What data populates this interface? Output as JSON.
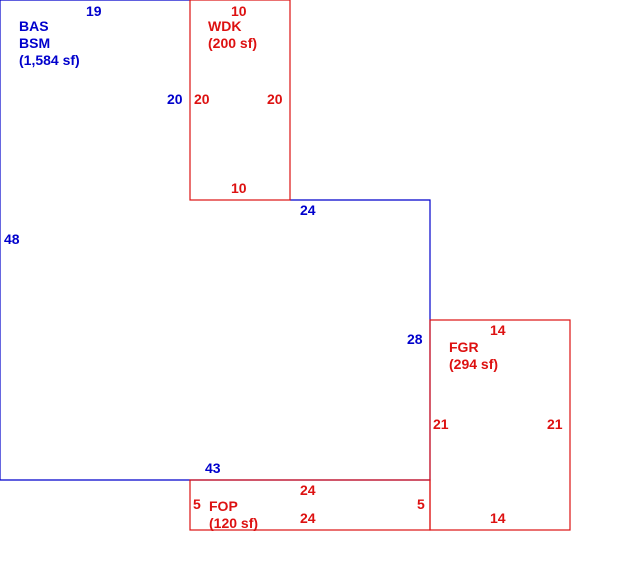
{
  "colors": {
    "main_area": "#0000cc",
    "additions": "#dd1111",
    "background": "#ffffff"
  },
  "areas": {
    "bas": {
      "code": "BAS",
      "code2": "BSM",
      "area": "(1,584 sf)",
      "dims": {
        "top": "19",
        "left": "48",
        "wdk_side": "20",
        "notch_top": "24",
        "notch_right": "28",
        "bottom": "43"
      }
    },
    "wdk": {
      "code": "WDK",
      "area": "(200 sf)",
      "dims": {
        "top": "10",
        "bottom": "10",
        "left": "20",
        "right": "20"
      }
    },
    "fgr": {
      "code": "FGR",
      "area": "(294 sf)",
      "dims": {
        "top": "14",
        "bottom": "14",
        "left": "21",
        "right": "21"
      }
    },
    "fop": {
      "code": "FOP",
      "area": "(120 sf)",
      "dims": {
        "top": "24",
        "bottom": "24",
        "left": "5",
        "right": "5"
      }
    }
  }
}
